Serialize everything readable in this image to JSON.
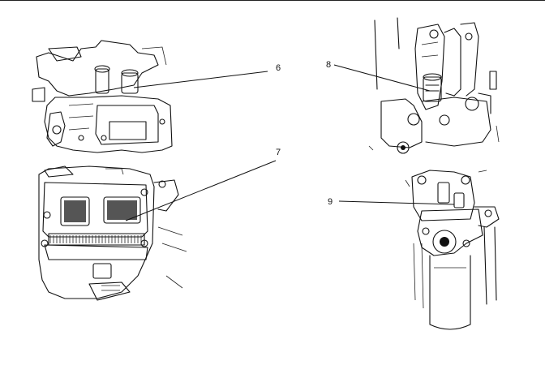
{
  "callouts": {
    "c6": "6",
    "c7": "7",
    "c8": "8",
    "c9": "9"
  }
}
